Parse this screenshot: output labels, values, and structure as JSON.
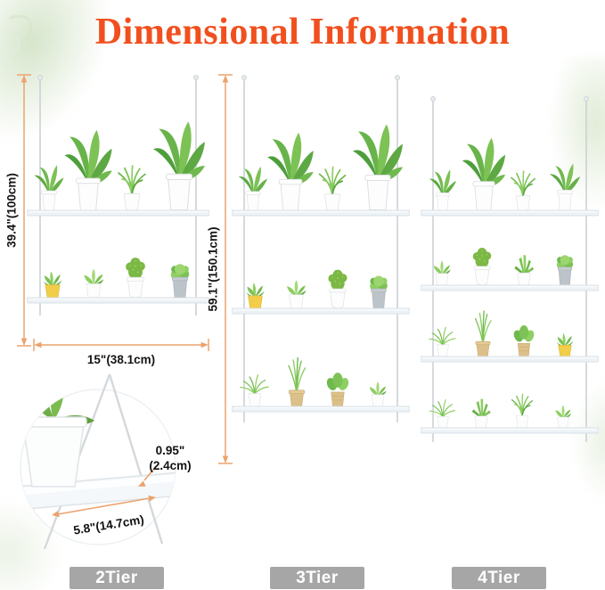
{
  "title": "Dimensional Information",
  "colors": {
    "title_accent": "#F1501E",
    "dimension_arrow": "#ECA36E",
    "tier_label_bg": "#A6A6A6",
    "tier_label_text": "#FFFFFF",
    "plant_green": "#7DC255",
    "pot_yellow": "#F2CD49"
  },
  "units": {
    "two_tier": {
      "tier_label": "2Tier",
      "height": "39.4\"(100cm)",
      "width": "15\"(38.1cm)"
    },
    "three_tier": {
      "tier_label": "3Tier",
      "height": "59.1\"(150.1cm)"
    },
    "four_tier": {
      "tier_label": "4Tier"
    }
  },
  "detail": {
    "thickness_line1": "0.95\"",
    "thickness_line2": "(2.4cm)",
    "depth": "5.8\"(14.7cm)"
  }
}
